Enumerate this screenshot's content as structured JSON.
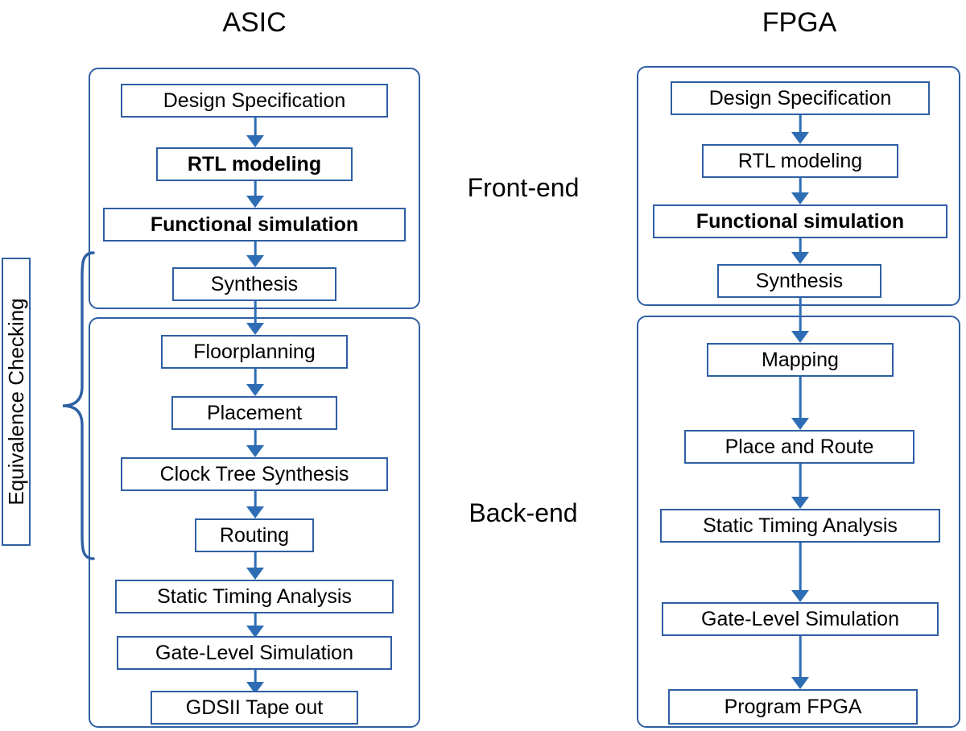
{
  "diagram": {
    "title_left": "ASIC",
    "title_right": "FPGA",
    "stage_front": "Front-end",
    "stage_back": "Back-end",
    "annotation": "Equivalence Checking",
    "colors": {
      "border": "#2E5FA3",
      "arrow": "#2E6DB4",
      "text": "#000000",
      "background": "#FFFFFF"
    }
  },
  "flows": {
    "asic": {
      "name": "ASIC",
      "frontend": {
        "label": "Front-end",
        "steps": [
          {
            "label": "Design Specification",
            "bold": false
          },
          {
            "label": "RTL modeling",
            "bold": true
          },
          {
            "label": "Functional simulation",
            "bold": true
          },
          {
            "label": "Synthesis",
            "bold": false
          }
        ]
      },
      "backend": {
        "label": "Back-end",
        "steps": [
          {
            "label": "Floorplanning",
            "bold": false
          },
          {
            "label": "Placement",
            "bold": false
          },
          {
            "label": "Clock Tree Synthesis",
            "bold": false
          },
          {
            "label": "Routing",
            "bold": false
          },
          {
            "label": "Static Timing Analysis",
            "bold": false
          },
          {
            "label": "Gate-Level Simulation",
            "bold": false
          },
          {
            "label": "GDSII Tape out",
            "bold": false
          }
        ]
      }
    },
    "fpga": {
      "name": "FPGA",
      "frontend": {
        "label": "Front-end",
        "steps": [
          {
            "label": "Design Specification",
            "bold": false
          },
          {
            "label": "RTL modeling",
            "bold": true
          },
          {
            "label": "Functional simulation",
            "bold": true
          },
          {
            "label": "Synthesis",
            "bold": false
          }
        ]
      },
      "backend": {
        "label": "Back-end",
        "steps": [
          {
            "label": "Mapping",
            "bold": false
          },
          {
            "label": "Place and Route",
            "bold": false
          },
          {
            "label": "Static Timing Analysis",
            "bold": false
          },
          {
            "label": "Gate-Level Simulation",
            "bold": false
          },
          {
            "label": "Program FPGA",
            "bold": false
          }
        ]
      }
    }
  }
}
